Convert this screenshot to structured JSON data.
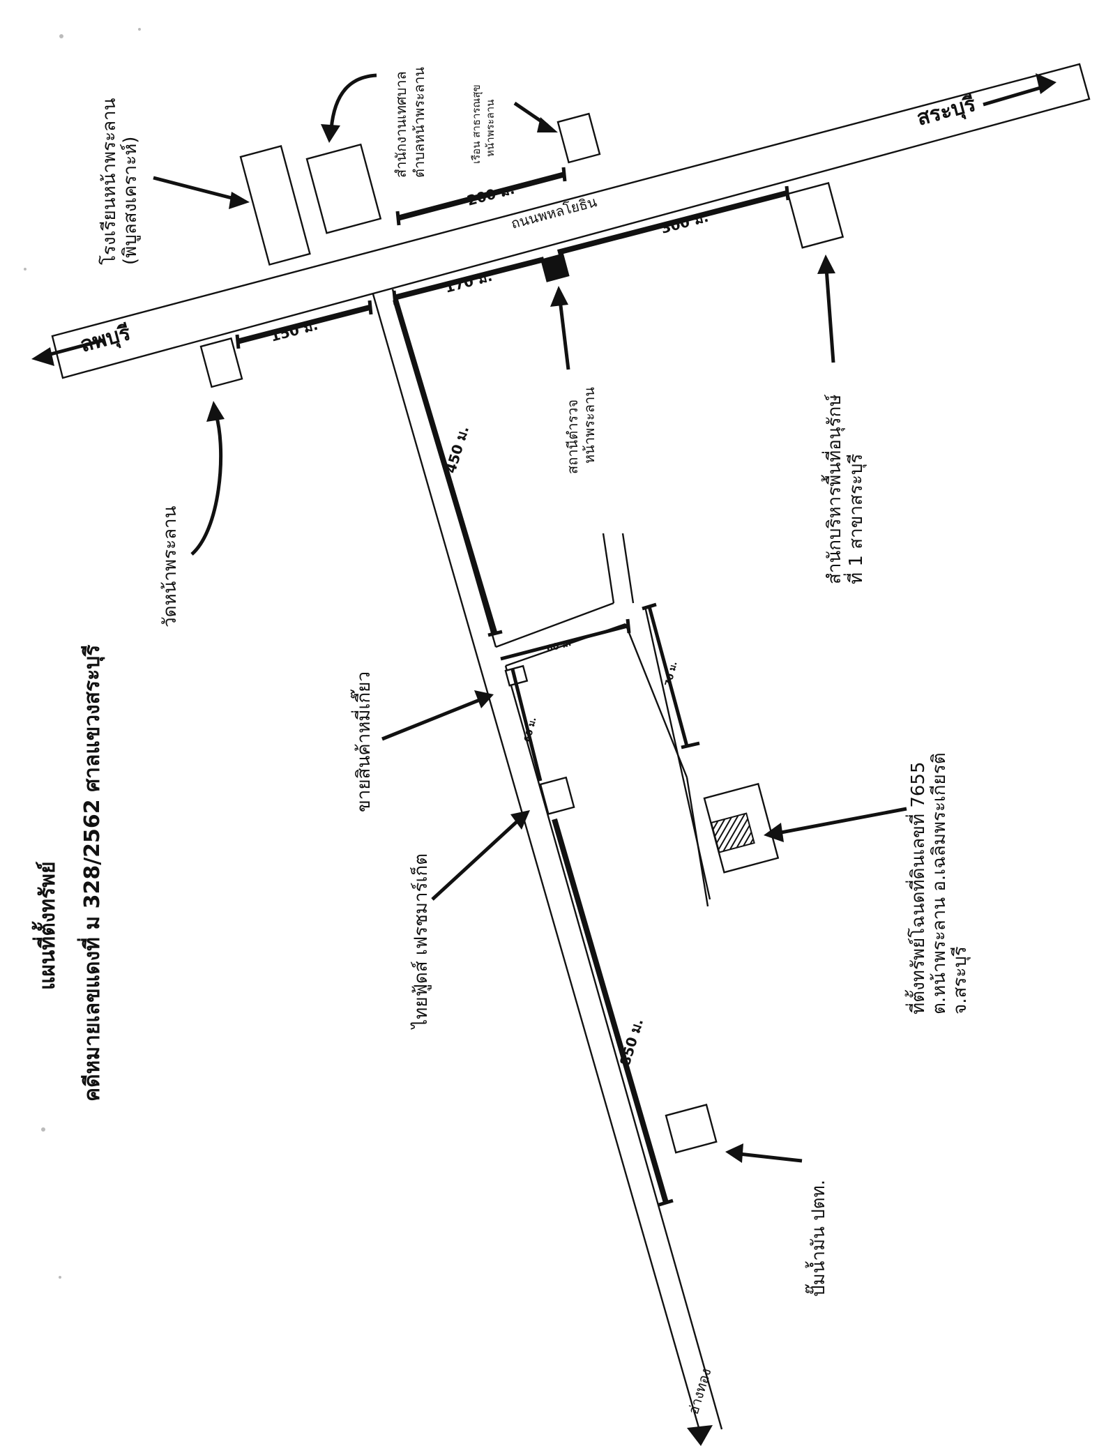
{
  "header": {
    "title": "แผนที่ตั้งทรัพย์",
    "case": "คดีหมายเลขแดงที่ ม 328/2562 ศาลแขวงสระบุรี"
  },
  "directions": {
    "saraburi": "สระบุรี",
    "lopburi": "ลพบุรี",
    "angthong": "อ่างทอง"
  },
  "roads": {
    "main_road": "ถนนพหลโยธิน"
  },
  "distances": {
    "d200": "200 ม.",
    "d300": "300 ม.",
    "d170": "170 ม.",
    "d150": "150 ม.",
    "d450": "450 ม.",
    "d850": "850 ม.",
    "d60a": "60 ม.",
    "d60b": "60 ม.",
    "d70": "70 ม."
  },
  "places": {
    "school_line1": "โรงเรียนหน้าพระลาน",
    "school_line2": "(พิบูลสงเคราะห์)",
    "municipal_line1": "สำนักงานเทศบาล",
    "municipal_line2": "ตำบลหน้าพระลาน",
    "clinic_line1": "เรือน สาธารณสุข",
    "clinic_line2": "หน้าพระลาน",
    "police_line1": "สถานีตำรวจ",
    "police_line2": "หน้าพระลาน",
    "restoration_line1": "สำนักบริหารพื้นที่อนุรักษ์",
    "restoration_line2": "ที่ 1 สาขาสระบุรี",
    "temple": "วัดหน้าพระลาน",
    "noodle_shop": "ขายสินค้าหมี่เกี๊ยว",
    "freshmart": "ไทยฟู้ดส์ เฟรชมาร์เก็ต",
    "gas_station": "ปั๊มน้ำมัน ปตท.",
    "property_line1": "ที่ตั้งทรัพย์โฉนดที่ดินเลขที่  7655",
    "property_line2": "ต.หน้าพระลาน  อ.เฉลิมพระเกียรติ",
    "property_line3": "จ.สระบุรี"
  }
}
